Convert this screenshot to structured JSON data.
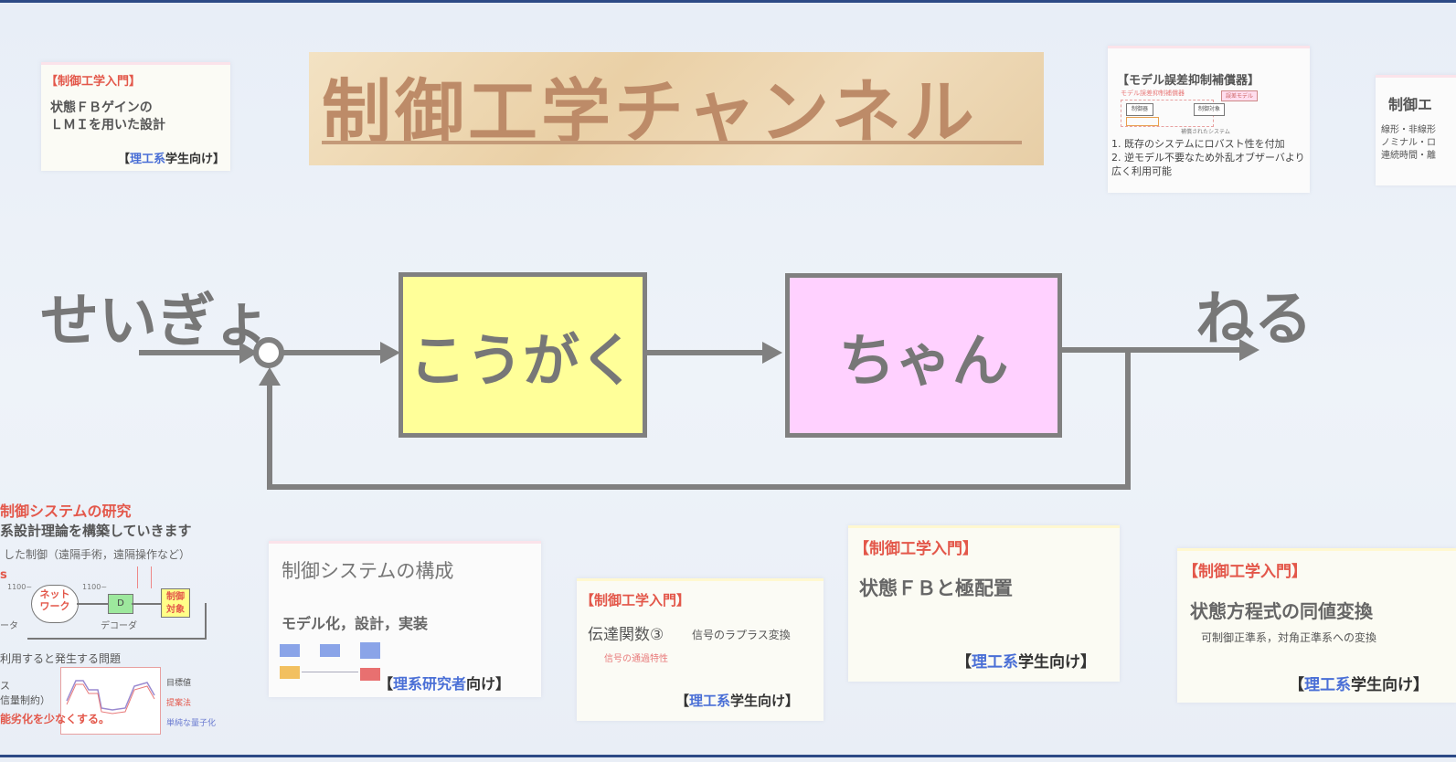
{
  "title": "制御工学チャンネル",
  "diagram": {
    "input_label": "せいぎょ",
    "block1_label": "こうがく",
    "block2_label": "ちゃん",
    "output_label": "ねる",
    "colors": {
      "block1": "#ffff99",
      "block2": "#ffd1ff",
      "line": "#808080",
      "title": "#bd8b68"
    }
  },
  "cards": {
    "lmi": {
      "tag": "【制御工学入門】",
      "line1": "状態ＦＢゲインの",
      "line2": "ＬＭＩを用いた設計",
      "aud_open": "【",
      "aud_hi": "理工系",
      "aud_rest": "学生向け】"
    },
    "model_error": {
      "title": "【モデル誤差抑制補償器】",
      "fig_label": "モデル誤差抑制補償器",
      "fig_box1": "制御器",
      "fig_box2": "制御対象",
      "fig_box3": "誤差モデル",
      "fig_caption": "補償されたシステム",
      "point1": "1. 既存のシステムにロバスト性を付加",
      "point2": "2. 逆モデル不要なため外乱オブザーバより広く利用可能"
    },
    "partial_right": {
      "title": "制御エ",
      "line1": "線形・非線形",
      "line2": "ノミナル・ロ",
      "line3": "連続時間・離"
    },
    "research": {
      "title": "制御システムの研究",
      "subtitle": "系設計理論を構築していきます",
      "line1": "した制御（遠隔手術，遠隔操作など）",
      "net_label": "ネット\nワーク",
      "d_label": "D",
      "decoder": "デコーダ",
      "plant": "制御\n対象",
      "enc_partial": "ータ",
      "bits1": "1100~",
      "bits2": "1100~",
      "problem": "利用すると発生する問題",
      "legend1": "目標値",
      "legend2": "提案法",
      "legend3": "単純な量子化",
      "left1": "ス",
      "left2": "信量制約）",
      "conclusion": "能劣化を少なくする。"
    },
    "composition": {
      "title": "制御システムの構成",
      "subtitle": "モデル化，設計，実装",
      "aud_open": "【",
      "aud_hi": "理系研究者",
      "aud_rest": "向け】"
    },
    "transfer": {
      "tag": "【制御工学入門】",
      "main": "伝達関数③",
      "sub": "信号のラプラス変換",
      "sub2": "信号の通過特性",
      "aud_open": "【",
      "aud_hi": "理工系",
      "aud_rest": "学生向け】"
    },
    "pole": {
      "tag": "【制御工学入門】",
      "main": "状態ＦＢと極配置",
      "aud_open": "【",
      "aud_hi": "理工系",
      "aud_rest": "学生向け】"
    },
    "equiv": {
      "tag": "【制御工学入門】",
      "main": "状態方程式の同値変換",
      "sub": "可制御正準系，対角正準系への変換",
      "aud_open": "【",
      "aud_hi": "理工系",
      "aud_rest": "学生向け】"
    }
  }
}
